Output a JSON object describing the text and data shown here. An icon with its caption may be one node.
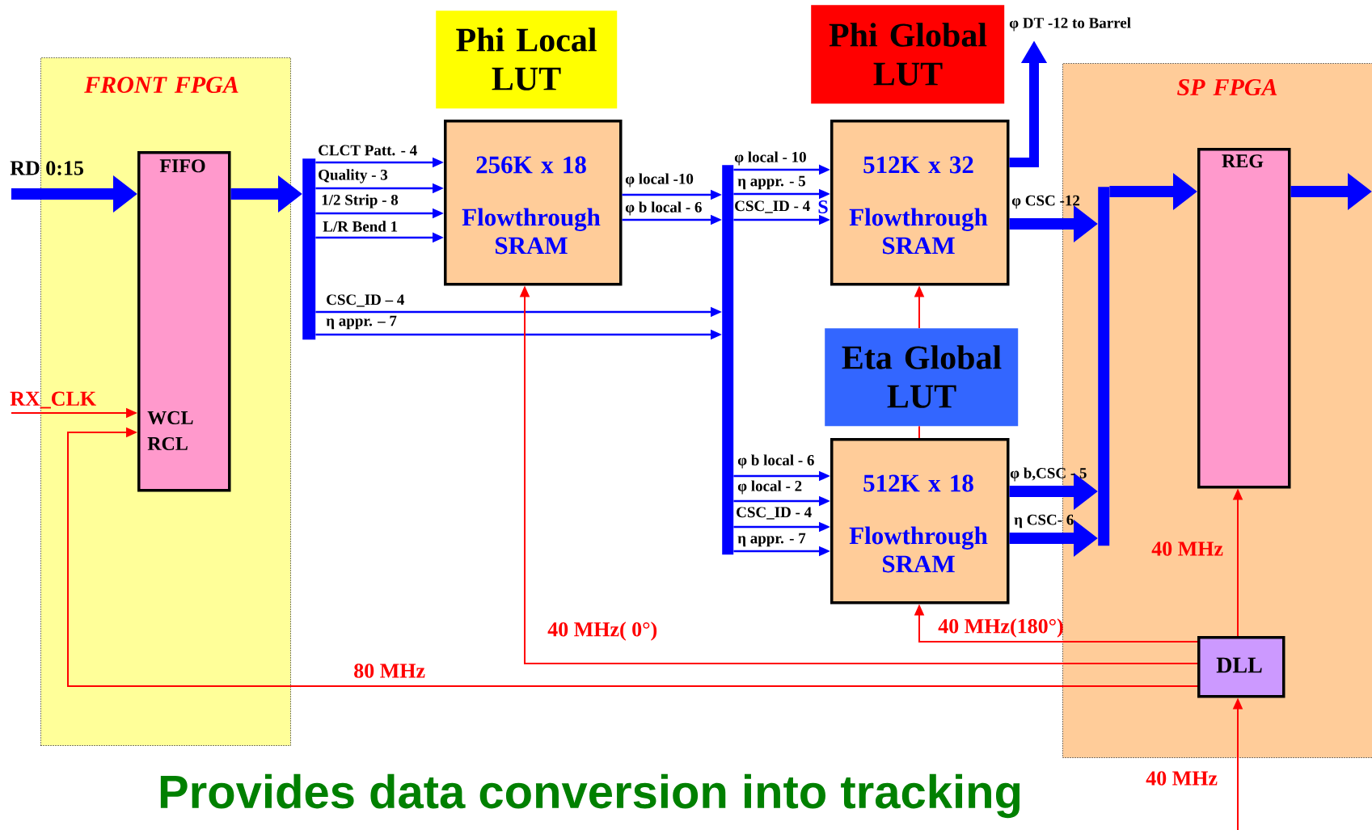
{
  "diagram": {
    "title": "Provides data conversion into tracking",
    "nodes": [
      {
        "text": [
          "FRONT FPGA"
        ]
      },
      {
        "text": [
          "FIFO",
          "WCL",
          "RCL"
        ],
        "in": 0
      },
      {
        "text": [],
        "shape": "bar"
      },
      {
        "text": [
          "Phi Local LUT"
        ]
      },
      {
        "text": [
          "256K x 18",
          "Flowthrough SRAM"
        ]
      },
      {
        "text": [],
        "shape": "bar"
      },
      {
        "text": [
          "Phi Global LUT"
        ]
      },
      {
        "text": [
          "512K x 32",
          "Flowthrough SRAM"
        ]
      },
      {
        "text": [
          "Eta Global LUT"
        ]
      },
      {
        "text": [
          "512K x 18",
          "Flowthrough SRAM"
        ]
      },
      {
        "text": [
          "SP FPGA"
        ]
      },
      {
        "text": [],
        "shape": "bar",
        "in": 10
      },
      {
        "text": [
          "REG"
        ],
        "in": 10
      },
      {
        "text": [
          "DLL"
        ],
        "in": 10
      }
    ],
    "edges": [
      {
        "from": null,
        "to": 1,
        "arrow": "to",
        "label": "RD 0:15",
        "style": "thick"
      },
      {
        "from": 1,
        "to": 2,
        "arrow": "to",
        "style": "thick"
      },
      {
        "from": 2,
        "to": 4,
        "arrow": "to",
        "label": "CLCT Patt. - 4"
      },
      {
        "from": 2,
        "to": 4,
        "arrow": "to",
        "label": "Quality - 3"
      },
      {
        "from": 2,
        "to": 4,
        "arrow": "to",
        "label": "1/2 Strip - 8"
      },
      {
        "from": 2,
        "to": 4,
        "arrow": "to",
        "label": "L/R Bend 1"
      },
      {
        "from": 2,
        "to": 5,
        "arrow": "to",
        "label": "CSC_ID – 4"
      },
      {
        "from": 2,
        "to": 5,
        "arrow": "to",
        "label": "η appr. – 7"
      },
      {
        "from": 4,
        "to": 5,
        "arrow": "to",
        "label": "φ local -10"
      },
      {
        "from": 4,
        "to": 5,
        "arrow": "to",
        "label": "φ b local - 6"
      },
      {
        "from": 5,
        "to": 7,
        "arrow": "to",
        "label": "φ local - 10"
      },
      {
        "from": 5,
        "to": 7,
        "arrow": "to",
        "label": "η appr. - 5"
      },
      {
        "from": 5,
        "to": 7,
        "arrow": "to",
        "label": "CSC_ID - 4"
      },
      {
        "from": 5,
        "to": 9,
        "arrow": "to",
        "label": "φ b local - 6"
      },
      {
        "from": 5,
        "to": 9,
        "arrow": "to",
        "label": "φ local - 2"
      },
      {
        "from": 5,
        "to": 9,
        "arrow": "to",
        "label": "CSC_ID - 4"
      },
      {
        "from": 5,
        "to": 9,
        "arrow": "to",
        "label": "η appr. - 7"
      },
      {
        "from": 7,
        "to": null,
        "arrow": "to",
        "label": "φ DT -12 to Barrel",
        "style": "thick"
      },
      {
        "from": 7,
        "to": 11,
        "arrow": "to",
        "label": "φ CSC -12",
        "style": "thick"
      },
      {
        "from": 9,
        "to": 11,
        "arrow": "to",
        "label": "φ b,CSC - 5",
        "style": "thick"
      },
      {
        "from": 9,
        "to": 11,
        "arrow": "to",
        "label": "η CSC- 6",
        "style": "thick"
      },
      {
        "from": 11,
        "to": 12,
        "arrow": "to",
        "style": "thick"
      },
      {
        "from": 12,
        "to": null,
        "arrow": "to",
        "style": "thick"
      },
      {
        "from": 13,
        "to": 4,
        "arrow": "to",
        "label": "40 MHz( 0°)",
        "color": "#ff0000"
      },
      {
        "from": 8,
        "to": 7,
        "arrow": "to",
        "color": "#ff0000"
      },
      {
        "from": 8,
        "to": 9,
        "arrow": "none",
        "color": "#ff0000"
      },
      {
        "from": 13,
        "to": 9,
        "arrow": "to",
        "label": "40 MHz(180°)",
        "color": "#ff0000"
      },
      {
        "from": 13,
        "to": 1,
        "arrow": "to",
        "label": "80 MHz",
        "color": "#ff0000"
      },
      {
        "from": 13,
        "to": 12,
        "arrow": "to",
        "label": "40 MHz",
        "color": "#ff0000"
      },
      {
        "from": null,
        "to": 13,
        "arrow": "to",
        "label": "40 MHz",
        "color": "#ff0000"
      },
      {
        "from": null,
        "to": 1,
        "arrow": "to",
        "label": "RX_CLK",
        "color": "#ff0000"
      }
    ],
    "labels": [
      "S"
    ]
  }
}
